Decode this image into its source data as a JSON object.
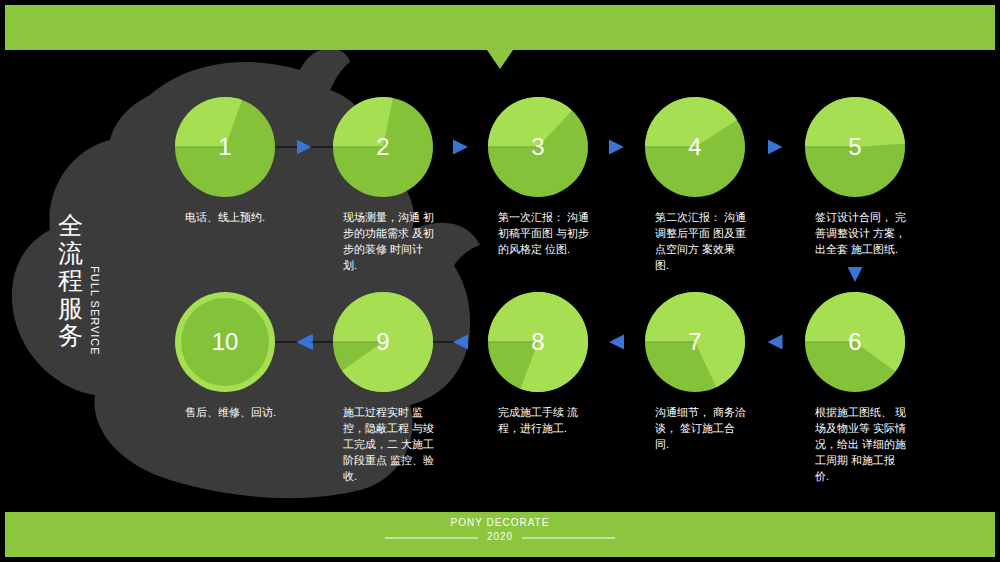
{
  "diagram": {
    "title": "全流程服务",
    "nodes": [
      {
        "text": [
          "1",
          "电话、线上预约."
        ]
      },
      {
        "text": [
          "2",
          "现场测量，沟通 初步的功能需求 及初步的装修 时间计划."
        ]
      },
      {
        "text": [
          "3",
          "第一次汇报： 沟通初稿平面图 与初步的风格定 位图."
        ]
      },
      {
        "text": [
          "4",
          "第二次汇报： 沟通调整后平面 图及重点空间方 案效果图."
        ]
      },
      {
        "text": [
          "5",
          "签订设计合同， 完善调整设计 方案，出全套 施工图纸."
        ]
      },
      {
        "text": [
          "6",
          "根据施工图纸、 现场及物业等 实际情况，给出 详细的施工周期 和施工报价."
        ]
      },
      {
        "text": [
          "7",
          "沟通细节， 商务洽谈， 签订施工合同."
        ]
      },
      {
        "text": [
          "8",
          "完成施工手续 流程，进行施工."
        ]
      },
      {
        "text": [
          "9",
          "施工过程实时 监控，隐蔽工程 与竣工完成，二 大施工阶段重点 监控、验收."
        ]
      },
      {
        "text": [
          "10",
          "售后、维修、回访."
        ]
      }
    ],
    "edges": [
      {
        "from": 0,
        "to": 1,
        "arrow": "to"
      },
      {
        "from": 1,
        "to": 2,
        "arrow": "to"
      },
      {
        "from": 2,
        "to": 3,
        "arrow": "to"
      },
      {
        "from": 3,
        "to": 4,
        "arrow": "to"
      },
      {
        "from": 4,
        "to": 5,
        "arrow": "to"
      },
      {
        "from": 5,
        "to": 6,
        "arrow": "to"
      },
      {
        "from": 6,
        "to": 7,
        "arrow": "to"
      },
      {
        "from": 7,
        "to": 8,
        "arrow": "to"
      },
      {
        "from": 8,
        "to": 9,
        "arrow": "to"
      }
    ],
    "labels": [
      "FULL SERVICE",
      "PONY DECORATE",
      "2020"
    ]
  }
}
